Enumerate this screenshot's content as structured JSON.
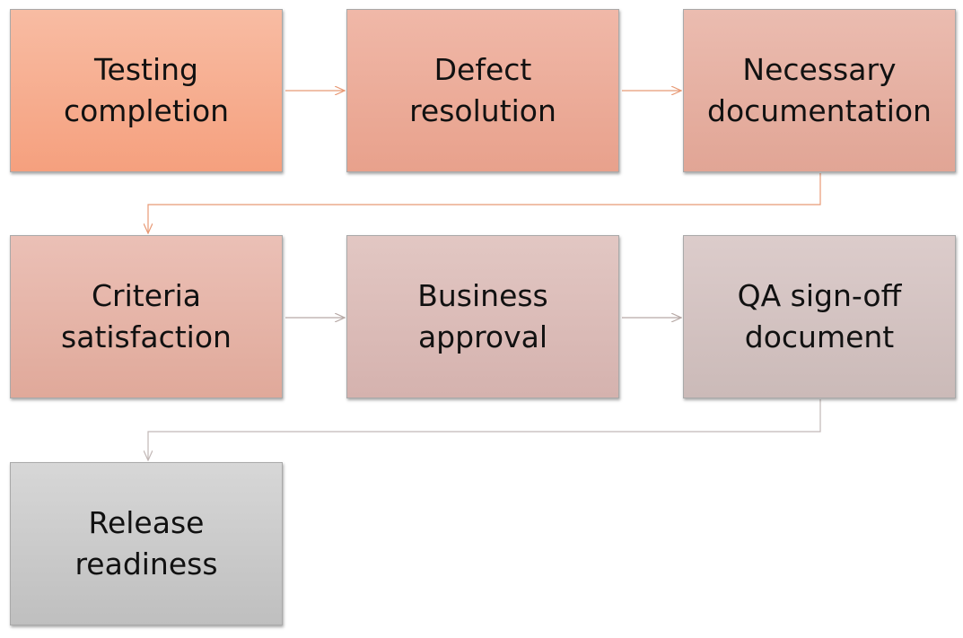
{
  "steps": [
    {
      "label": "Testing\ncompletion"
    },
    {
      "label": "Defect\nresolution"
    },
    {
      "label": "Necessary\ndocumentation"
    },
    {
      "label": "Criteria\nsatisfaction"
    },
    {
      "label": "Business\napproval"
    },
    {
      "label": "QA sign-off\ndocument"
    },
    {
      "label": "Release\nreadiness"
    }
  ],
  "colors": {
    "connector_orange": "#e89a76",
    "connector_gray": "#b7a9a6",
    "connector_light": "#c2b8b6"
  }
}
